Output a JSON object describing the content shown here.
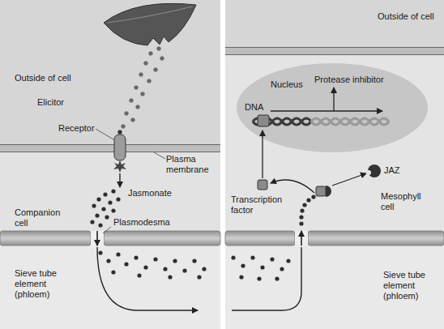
{
  "diagram": {
    "nodes": [
      {
        "text": [
          "Outside of cell"
        ]
      },
      {
        "text": [
          "Companion cell"
        ]
      },
      {
        "text": [
          "Sieve tube element (phloem)"
        ]
      },
      {
        "text": [
          "Outside of cell"
        ]
      },
      {
        "text": [
          "Mesophyll cell"
        ]
      },
      {
        "text": [
          "Nucleus",
          "Protease inhibitor",
          "DNA"
        ],
        "in": 4
      },
      {
        "text": [
          "Sieve tube element (phloem)"
        ]
      }
    ],
    "edges": [
      {
        "from": 1,
        "to": 2,
        "arrow": "to"
      },
      {
        "from": 6,
        "to": 4,
        "arrow": "to"
      }
    ],
    "labels": [
      "Elicitor",
      "Receptor",
      "Plasma membrane",
      "Jasmonate",
      "Plasmodesma",
      "Transcription factor",
      "JAZ"
    ]
  }
}
